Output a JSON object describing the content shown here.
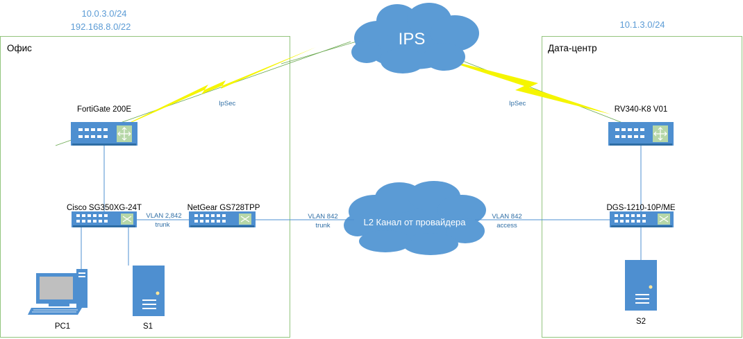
{
  "zones": {
    "office": {
      "label": "Офис",
      "subnets": [
        "10.0.3.0/24",
        "192.168.8.0/22"
      ]
    },
    "datacenter": {
      "label": "Дата-центр",
      "subnets": [
        "10.1.3.0/24"
      ]
    }
  },
  "clouds": {
    "ips": "IPS",
    "l2": "L2 Канал от провайдера"
  },
  "devices": {
    "fortigate": "FortiGate 200E",
    "rv340": "RV340-K8 V01",
    "cisco": "Cisco SG350XG-24T",
    "netgear": "NetGear GS728TPP",
    "dgs": "DGS-1210-10P/ME",
    "pc1": "PC1",
    "s1": "S1",
    "s2": "S2"
  },
  "links": {
    "ipsec_left": "IpSec",
    "ipsec_right": "IpSec",
    "cisco_netgear": {
      "vlan": "VLAN 2,842",
      "mode": "trunk"
    },
    "netgear_l2": {
      "vlan": "VLAN 842",
      "mode": "trunk"
    },
    "l2_dgs": {
      "vlan": "VLAN 842",
      "mode": "access"
    }
  },
  "colors": {
    "zone_border": "#92c47d",
    "device_fill": "#4e8fd0",
    "cloud_fill": "#5b9bd5",
    "ipsec_bolt": "#f5f500",
    "link": "#4e8fd0",
    "subnet_text": "#5b9bd5"
  }
}
